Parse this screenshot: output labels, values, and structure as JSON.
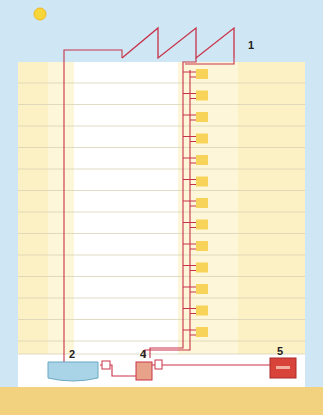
{
  "diagram": {
    "labels": [
      "1",
      "2",
      "4",
      "5"
    ]
  }
}
